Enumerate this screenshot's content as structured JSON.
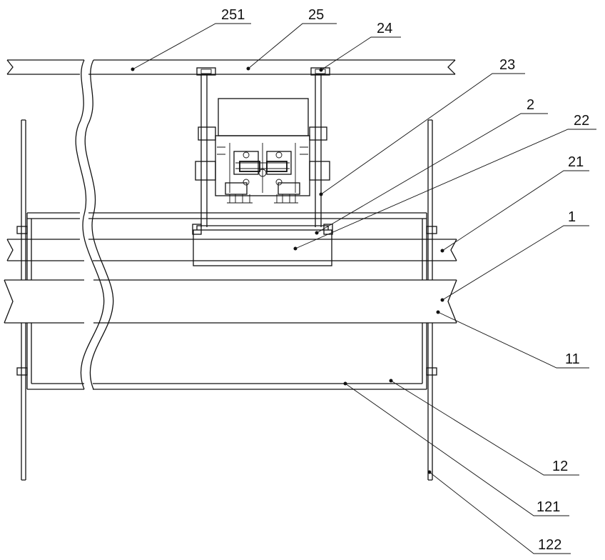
{
  "figure": {
    "labels": [
      {
        "id": "l251",
        "text": "251"
      },
      {
        "id": "l25",
        "text": "25"
      },
      {
        "id": "l24",
        "text": "24"
      },
      {
        "id": "l23",
        "text": "23"
      },
      {
        "id": "l2",
        "text": "2"
      },
      {
        "id": "l22",
        "text": "22"
      },
      {
        "id": "l21",
        "text": "21"
      },
      {
        "id": "l1",
        "text": "1"
      },
      {
        "id": "l11",
        "text": "11"
      },
      {
        "id": "l12",
        "text": "12"
      },
      {
        "id": "l121",
        "text": "121"
      },
      {
        "id": "l122",
        "text": "122"
      }
    ]
  }
}
